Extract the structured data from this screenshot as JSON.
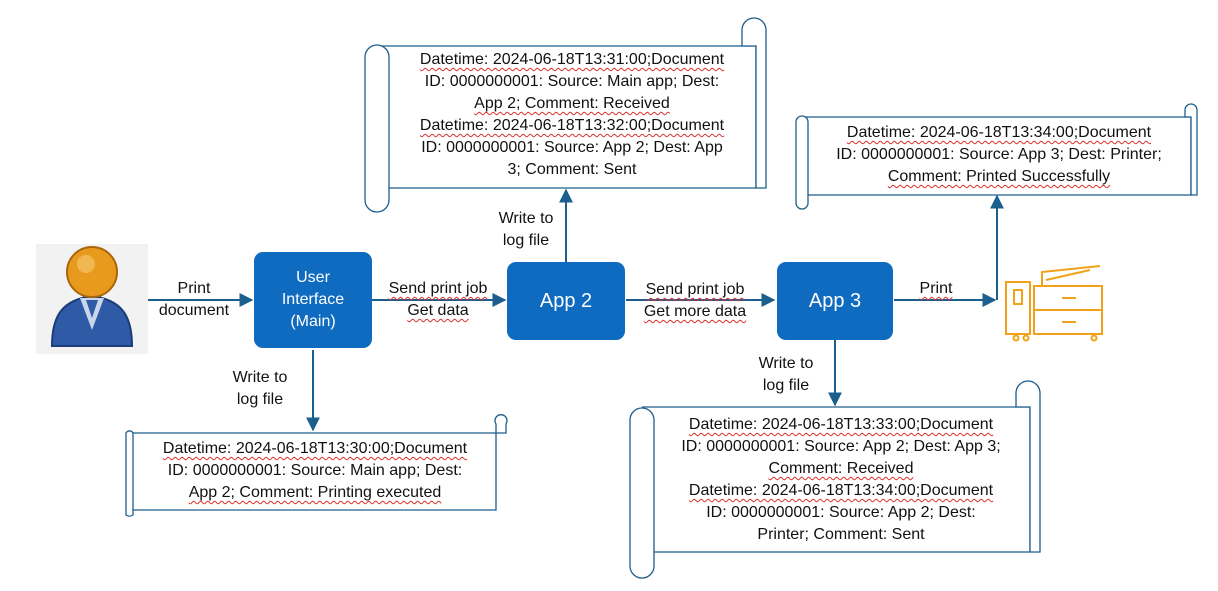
{
  "colors": {
    "box": "#0f6bbf",
    "line": "#1d5f8c",
    "printer": "#f0a21a",
    "person_head": "#e89a1c",
    "person_body": "#2e5aa6"
  },
  "icons": {
    "user": "user-icon",
    "printer": "printer-icon"
  },
  "nodes": {
    "main": [
      "User",
      "Interface",
      "(Main)"
    ],
    "app2": "App 2",
    "app3": "App 3"
  },
  "edges": {
    "print_document": [
      "Print",
      "document"
    ],
    "main_to_app2": [
      "Send print job",
      "Get data"
    ],
    "app2_to_app3": [
      "Send print job",
      "Get more data"
    ],
    "print": "Print",
    "write_log_main": [
      "Write to",
      "log file"
    ],
    "write_log_app2": [
      "Write to",
      "log file"
    ],
    "write_log_app3": [
      "Write to",
      "log file"
    ]
  },
  "logs": {
    "main": [
      "Datetime: 2024-06-18T13:30:00;Document",
      "ID: 0000000001: Source: Main app; Dest:",
      "App 2; Comment: Printing executed"
    ],
    "app2": [
      "Datetime: 2024-06-18T13:31:00;Document",
      "ID: 0000000001: Source: Main app; Dest:",
      "App 2; Comment: Received",
      "Datetime: 2024-06-18T13:32:00;Document",
      "ID: 0000000001: Source: App 2; Dest: App",
      "3; Comment: Sent"
    ],
    "app3": [
      "Datetime: 2024-06-18T13:33:00;Document",
      "ID: 0000000001: Source: App 2; Dest: App 3;",
      "Comment: Received",
      "Datetime: 2024-06-18T13:34:00;Document",
      "ID: 0000000001: Source: App 2; Dest:",
      "Printer; Comment: Sent"
    ],
    "printer": [
      "Datetime: 2024-06-18T13:34:00;Document",
      "ID: 0000000001: Source: App 3; Dest: Printer;",
      "Comment: Printed Successfully"
    ]
  }
}
